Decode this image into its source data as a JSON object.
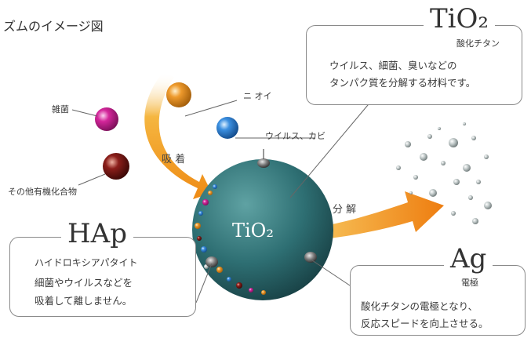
{
  "header": {
    "title": "ズムのイメージ図"
  },
  "center": {
    "label": "TiO₂"
  },
  "arrows": {
    "adsorb": "吸 着",
    "decompose": "分 解"
  },
  "particles": [
    {
      "label": "雑菌",
      "color": "#d4269b"
    },
    {
      "label": "ニ オイ",
      "color": "#ee9a2c"
    },
    {
      "label": "ウイルス、カビ",
      "color": "#3b8fe0"
    },
    {
      "label": "その他有機化合物",
      "color": "#8b1e1a"
    }
  ],
  "tio2_box": {
    "title": "TiO₂",
    "subtitle": "酸化チタン",
    "body": [
      "ウイルス、細菌、臭いなどの",
      "タンパク質を分解する材料です。"
    ]
  },
  "hap_box": {
    "title": "HAp",
    "subtitle": "ハイドロキシアパタイト",
    "body": [
      "細菌やウイルスなどを",
      "吸着して離しません。"
    ]
  },
  "ag_box": {
    "title": "Ag",
    "subtitle": "電極",
    "body": [
      "酸化チタンの電極となり、",
      "反応スピードを向上させる。"
    ]
  },
  "colors": {
    "arrow_orange": "#f0a020",
    "sphere": "#2e6f73",
    "box_border": "#8a8a8a"
  }
}
